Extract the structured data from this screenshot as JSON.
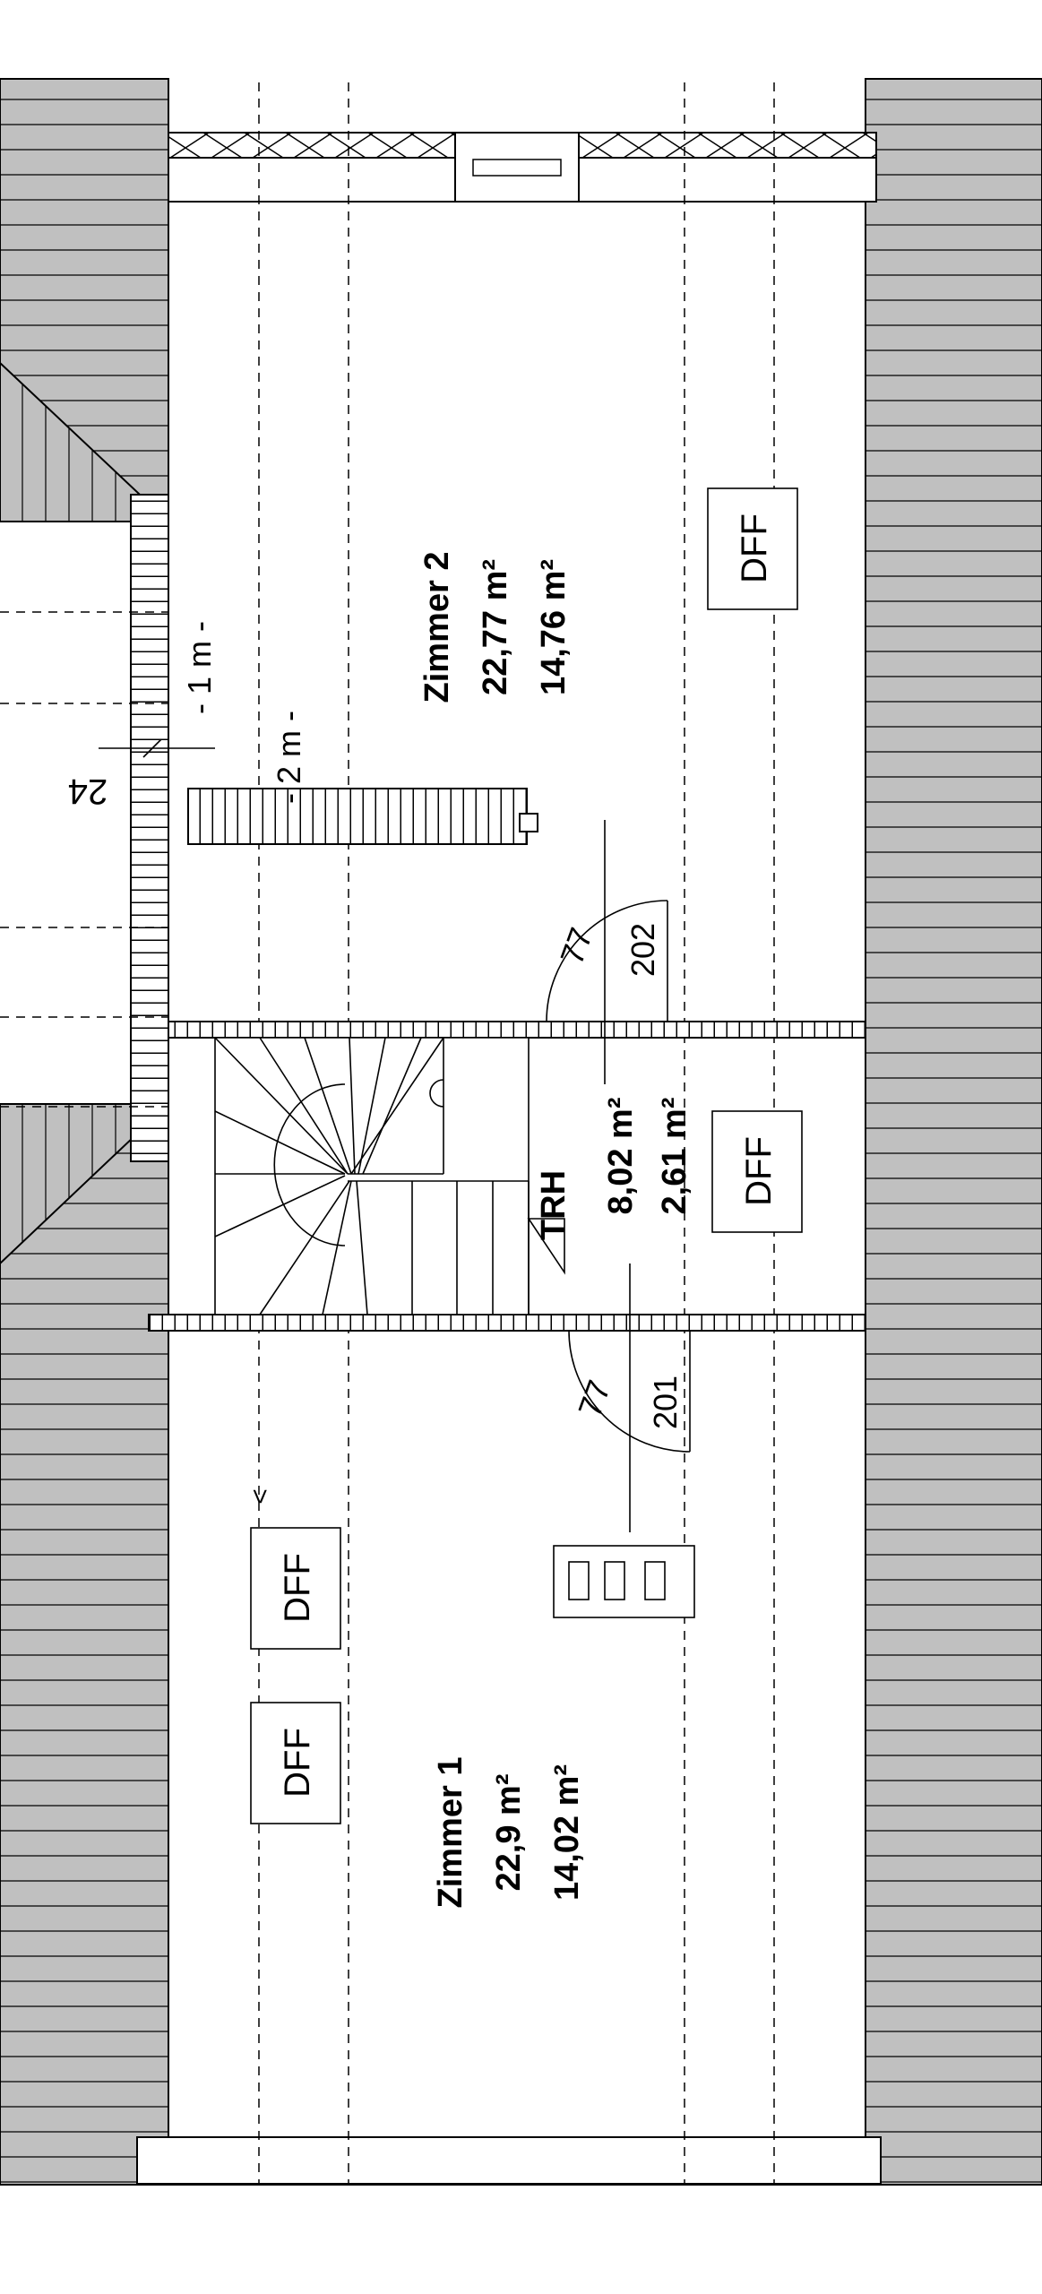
{
  "rooms": [
    {
      "name": "Zimmer 2",
      "area_total": "22,77 m²",
      "area_living": "14,76 m²"
    },
    {
      "name": "Zimmer 1",
      "area_total": "22,9 m²",
      "area_living": "14,02 m²"
    }
  ],
  "hall": {
    "name": "TRH",
    "area_total": "8,02 m²",
    "area_living": "2,61 m²"
  },
  "skylights": {
    "label": "DFF"
  },
  "doors": [
    {
      "width": "77",
      "height": "202"
    },
    {
      "width": "77",
      "height": "201"
    }
  ],
  "height_lines": {
    "one_m": "- 1 m -",
    "two_m": "- 2 m -"
  },
  "dimension": "24",
  "stair_arrow": "<",
  "colors": {
    "roof": "#c0c0c0",
    "line": "#000000",
    "background": "#ffffff"
  }
}
